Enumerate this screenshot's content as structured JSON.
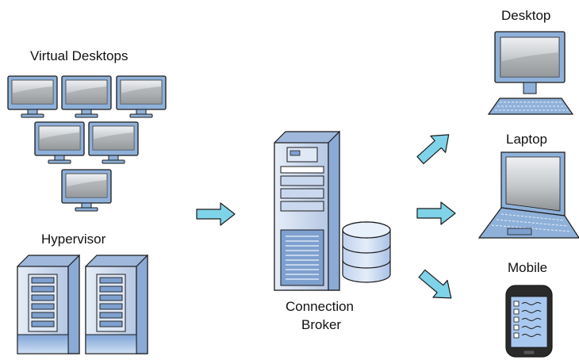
{
  "labels": {
    "virtual_desktops": "Virtual Desktops",
    "hypervisor": "Hypervisor",
    "broker_line1": "Connection",
    "broker_line2": "Broker",
    "desktop": "Desktop",
    "laptop": "Laptop",
    "mobile": "Mobile"
  },
  "colors": {
    "frame_blue": "#8fb1d9",
    "outline": "#1a1a1a",
    "screen_gray": "#a9acaf",
    "arrow_fill": "#7fd3e8",
    "server_light": "#c4d3ea"
  },
  "icons": {
    "virtual_desktop": "monitor-icon",
    "hypervisor": "server-rack-icon",
    "broker": "server-tower-icon",
    "database": "database-icon",
    "desktop": "desktop-computer-icon",
    "laptop": "laptop-icon",
    "mobile": "smartphone-icon",
    "arrow": "arrow-icon"
  }
}
